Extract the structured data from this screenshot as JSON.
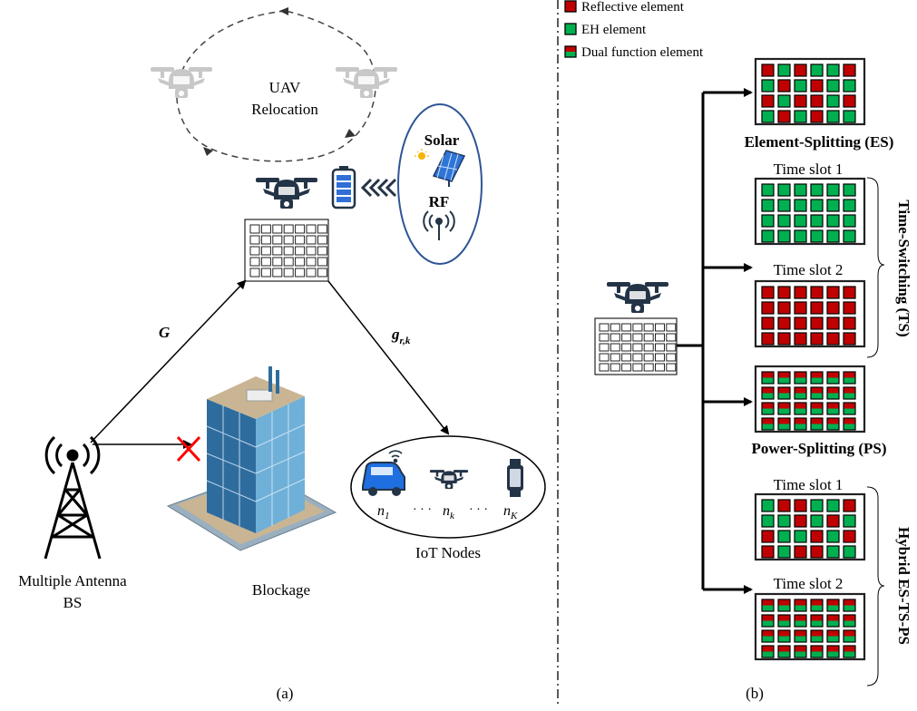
{
  "legend": {
    "reflective": "Reflective element",
    "eh": "EH element",
    "dual": "Dual function element"
  },
  "colors": {
    "reflective": "#c00000",
    "eh": "#00b050",
    "panel_border": "#1f1f1f",
    "solar_ellipse": "#2f5597",
    "blockage_x": "#ff0000",
    "grey_uav": "#bfbfbf"
  },
  "panel_a": {
    "uav_relocation_line1": "UAV",
    "uav_relocation_line2": "Relocation",
    "solar": "Solar",
    "rf": "RF",
    "channel_g": "G",
    "channel_g_rk_base": "g",
    "channel_g_rk_sub": "r,k",
    "bs_line1": "Multiple Antenna",
    "bs_line2": "BS",
    "blockage": "Blockage",
    "iot_nodes": "IoT Nodes",
    "node_first_sub": "1",
    "node_mid_sub": "k",
    "node_last_sub": "K",
    "node_base": "n",
    "ellipsis": "· · ·",
    "caption": "(a)"
  },
  "panel_b": {
    "es_label": "Element-Splitting (ES)",
    "ts_label": "Time-Switching (TS)",
    "ps_label": "Power-Splitting (PS)",
    "hybrid_label": "Hybrid ES-TS-PS",
    "ts_slot1": "Time slot 1",
    "ts_slot2": "Time slot 2",
    "hyb_slot1": "Time slot 1",
    "hyb_slot2": "Time slot 2",
    "caption": "(b)"
  },
  "grids": {
    "es": [
      [
        "R",
        "G",
        "R",
        "G",
        "G",
        "R"
      ],
      [
        "G",
        "R",
        "G",
        "R",
        "G",
        "G"
      ],
      [
        "R",
        "G",
        "R",
        "R",
        "G",
        "R"
      ],
      [
        "G",
        "R",
        "G",
        "R",
        "G",
        "G"
      ]
    ],
    "ts1": [
      [
        "G",
        "G",
        "G",
        "G",
        "G",
        "G"
      ],
      [
        "G",
        "G",
        "G",
        "G",
        "G",
        "G"
      ],
      [
        "G",
        "G",
        "G",
        "G",
        "G",
        "G"
      ],
      [
        "G",
        "G",
        "G",
        "G",
        "G",
        "G"
      ]
    ],
    "ts2": [
      [
        "R",
        "R",
        "R",
        "R",
        "R",
        "R"
      ],
      [
        "R",
        "R",
        "R",
        "R",
        "R",
        "R"
      ],
      [
        "R",
        "R",
        "R",
        "R",
        "R",
        "R"
      ],
      [
        "R",
        "R",
        "R",
        "R",
        "R",
        "R"
      ]
    ],
    "ps": [
      [
        "D",
        "D",
        "D",
        "D",
        "D",
        "D"
      ],
      [
        "D",
        "D",
        "D",
        "D",
        "D",
        "D"
      ],
      [
        "D",
        "D",
        "D",
        "D",
        "D",
        "D"
      ],
      [
        "D",
        "D",
        "D",
        "D",
        "D",
        "D"
      ]
    ],
    "hyb1": [
      [
        "G",
        "R",
        "R",
        "G",
        "G",
        "R"
      ],
      [
        "G",
        "G",
        "R",
        "G",
        "R",
        "G"
      ],
      [
        "R",
        "G",
        "G",
        "R",
        "G",
        "R"
      ],
      [
        "R",
        "G",
        "R",
        "R",
        "G",
        "G"
      ]
    ],
    "hyb2": [
      [
        "D",
        "D",
        "D",
        "D",
        "D",
        "D"
      ],
      [
        "D",
        "D",
        "D",
        "D",
        "D",
        "D"
      ],
      [
        "D",
        "D",
        "D",
        "D",
        "D",
        "D"
      ],
      [
        "D",
        "D",
        "D",
        "D",
        "D",
        "D"
      ]
    ]
  }
}
